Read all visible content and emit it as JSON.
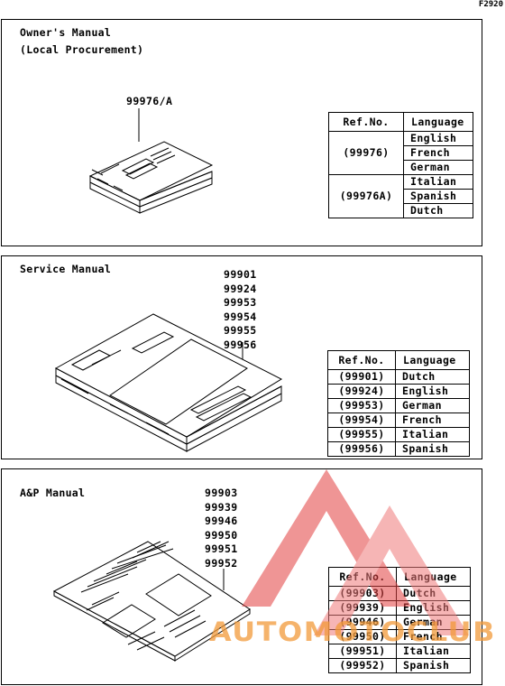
{
  "figure_code": "F2920",
  "owners_manual": {
    "title_line1": "Owner's Manual",
    "title_line2": "(Local Procurement)",
    "part_number": "99976/A",
    "table": {
      "header_ref": "Ref.No.",
      "header_lang": "Language",
      "groups": [
        {
          "ref": "(99976)",
          "languages": [
            "English",
            "French",
            "German"
          ]
        },
        {
          "ref": "(99976A)",
          "languages": [
            "Italian",
            "Spanish",
            "Dutch"
          ]
        }
      ]
    }
  },
  "service_manual": {
    "title": "Service Manual",
    "part_numbers": [
      "99901",
      "99924",
      "99953",
      "99954",
      "99955",
      "99956"
    ],
    "table": {
      "header_ref": "Ref.No.",
      "header_lang": "Language",
      "rows": [
        {
          "ref": "(99901)",
          "lang": "Dutch"
        },
        {
          "ref": "(99924)",
          "lang": "English"
        },
        {
          "ref": "(99953)",
          "lang": "German"
        },
        {
          "ref": "(99954)",
          "lang": "French"
        },
        {
          "ref": "(99955)",
          "lang": "Italian"
        },
        {
          "ref": "(99956)",
          "lang": "Spanish"
        }
      ]
    }
  },
  "ap_manual": {
    "title": "A&P Manual",
    "part_numbers": [
      "99903",
      "99939",
      "99946",
      "99950",
      "99951",
      "99952"
    ],
    "table": {
      "header_ref": "Ref.No.",
      "header_lang": "Language",
      "rows": [
        {
          "ref": "(99903)",
          "lang": "Dutch"
        },
        {
          "ref": "(99939)",
          "lang": "English"
        },
        {
          "ref": "(99946)",
          "lang": "German"
        },
        {
          "ref": "(99950)",
          "lang": "French"
        },
        {
          "ref": "(99951)",
          "lang": "Italian"
        },
        {
          "ref": "(99952)",
          "lang": "Spanish"
        }
      ]
    }
  },
  "watermark": {
    "text": "AUTOMOTOCLUB",
    "color": "#f08080"
  }
}
